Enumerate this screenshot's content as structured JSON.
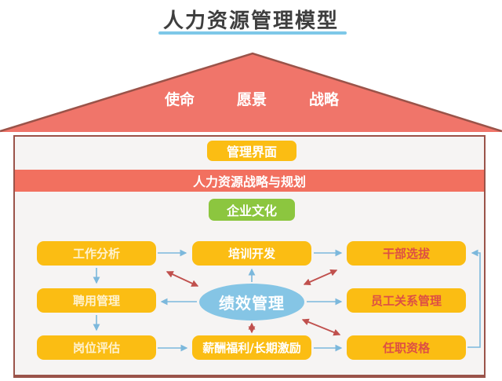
{
  "title": "人力资源管理模型",
  "roof": {
    "labels": [
      "使命",
      "愿景",
      "战略"
    ]
  },
  "house": {
    "management_interface": "管理界面",
    "strategy_banner": "人力资源战略与规划",
    "corporate_culture": "企业文化"
  },
  "flow": {
    "left_column": [
      "工作分析",
      "聘用管理",
      "岗位评估"
    ],
    "center_column": {
      "top": "培训开发",
      "ellipse": "绩效管理",
      "bottom": "薪酬福利/长期激励"
    },
    "right_column": [
      "干部选拔",
      "员工关系管理",
      "任职资格"
    ]
  },
  "colors": {
    "title_text": "#3e3e3e",
    "title_underline": "#7ec8e8",
    "roof_fill": "#f0756a",
    "roof_border": "#9a5349",
    "house_border": "#9a5349",
    "house_background": "#f6f4f3",
    "banner_background": "#f2705f",
    "node_yellow": "#fbbd13",
    "node_green": "#8cc63f",
    "ellipse_blue": "#85c5e5",
    "right_column_text": "#dd4f44",
    "arrow_blue": "#7cb8dc",
    "arrow_red": "#c0504d"
  }
}
